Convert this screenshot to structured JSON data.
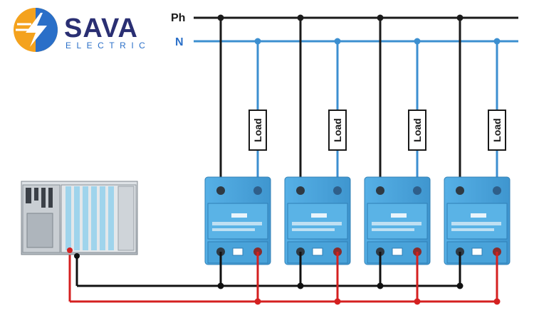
{
  "logo": {
    "name": "SAVA",
    "sub": "ELECTRIC",
    "colors": {
      "navy": "#2a2f73",
      "orange": "#f4a21d",
      "blue": "#2a6fc8"
    }
  },
  "lines": {
    "phase_label": "Ph",
    "neutral_label": "N",
    "phase_color": "#1a1a1a",
    "neutral_color": "#3c8fd0",
    "control_neg_color": "#111111",
    "control_pos_color": "#d42020"
  },
  "relays": [
    {
      "load_label": "Load"
    },
    {
      "load_label": "Load"
    },
    {
      "load_label": "Load"
    },
    {
      "load_label": "Load"
    }
  ],
  "relay_style": {
    "body": "#4ea6dc",
    "dark": "#2f7fb6",
    "label": "#e9f4fb"
  },
  "plc": {
    "icon": "plc-controller-icon"
  }
}
